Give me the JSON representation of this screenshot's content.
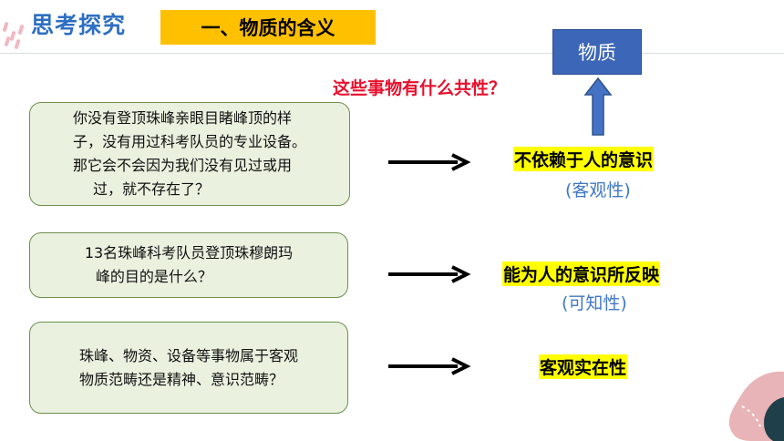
{
  "header": {
    "title": "思考探究",
    "section": "一、物质的含义"
  },
  "concept_box": "物质",
  "question": "这些事物有什么共性？",
  "cards": [
    {
      "lines": [
        "你没有登顶珠峰亲眼目睹峰顶的样",
        "子，没有用过科考队员的专业设备。",
        "那它会不会因为我们没有见过或用",
        "过，就不存在了？"
      ]
    },
    {
      "lines": [
        "13名珠峰科考队员登顶珠穆朗玛",
        "峰的目的是什么？"
      ]
    },
    {
      "lines": [
        "珠峰、物资、设备等事物属于客观",
        "物质范畴还是精神、意识范畴？"
      ]
    }
  ],
  "answers": [
    {
      "main": "不依赖于人的意识",
      "sub": "(客观性)"
    },
    {
      "main": "能为人的意识所反映",
      "sub": "(可知性)"
    },
    {
      "main": "客观实在性",
      "sub": ""
    }
  ],
  "icons": {
    "right_arrow": "right-arrow-icon",
    "up_arrow": "up-arrow-icon"
  },
  "colors": {
    "title_blue": "#2e6fc2",
    "badge_yellow": "#ffc000",
    "highlight_yellow": "#ffff00",
    "question_red": "#e8102d",
    "card_fill": "#eaf1df",
    "card_border": "#6f8e4f",
    "box_blue": "#3c66b8",
    "sub_blue": "#3f78c6"
  }
}
